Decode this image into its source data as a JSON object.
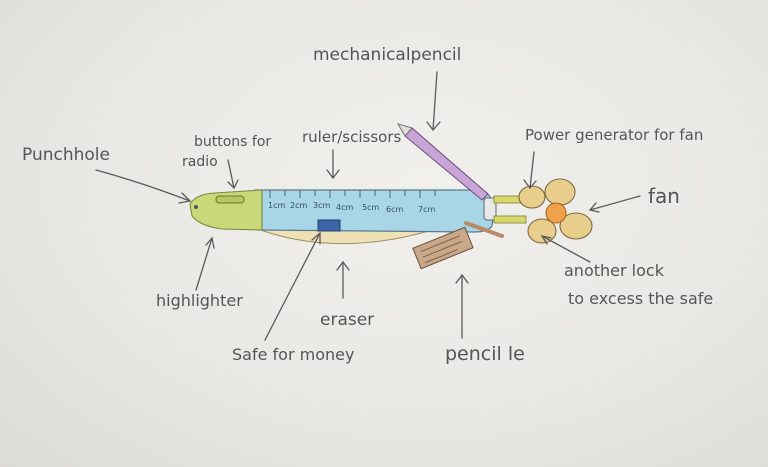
{
  "labels": {
    "punch_hole": "Punchhole",
    "buttons_radio_1": "buttons for",
    "buttons_radio_2": "radio",
    "ruler_scissors": "ruler/scissors",
    "mechanical_pencil": "mechanicalpencil",
    "power_generator": "Power generator for fan",
    "fan": "fan",
    "another_lock_1": "another lock",
    "another_lock_2": "to excess the safe",
    "highlighter": "highlighter",
    "eraser": "eraser",
    "safe_for_money": "Safe for money",
    "pencil_lead": "pencil le"
  },
  "ruler_ticks": [
    "1cm",
    "2cm",
    "3cm",
    "4cm",
    "5cm",
    "6cm",
    "7cm"
  ],
  "colors": {
    "body": "#a9d6e6",
    "highlighter": "#c9d97a",
    "eraser": "#efe1b6",
    "safe": "#3f64a8",
    "pencil": "#c9a4d6",
    "fan": "#e8cd8c",
    "fan_center": "#f0a24a",
    "lead": "#b88a6a"
  }
}
